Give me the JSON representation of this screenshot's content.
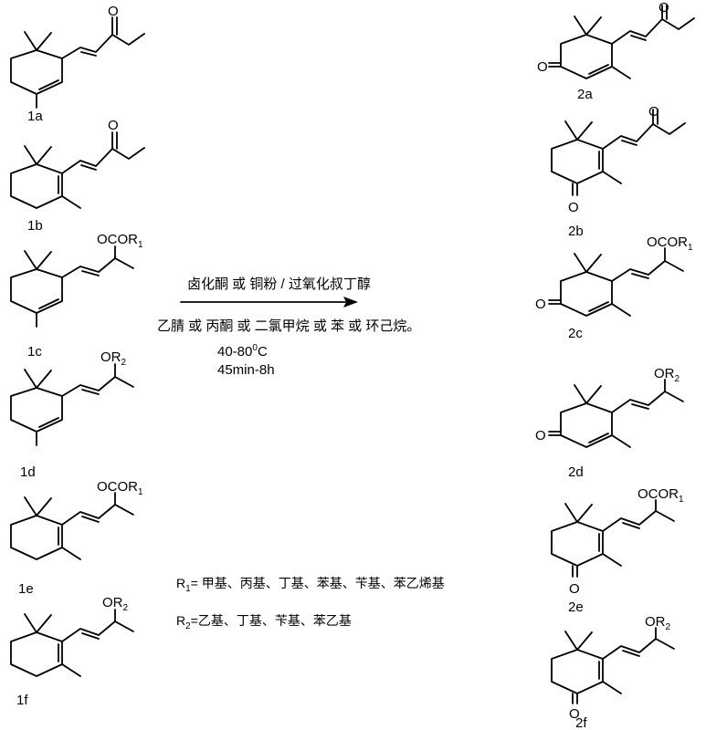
{
  "compounds": {
    "c1a": {
      "id": "1a"
    },
    "c1b": {
      "id": "1b"
    },
    "c1c": {
      "id": "1c",
      "sub_label": "OCOR",
      "sub_index": "1"
    },
    "c1d": {
      "id": "1d",
      "sub_label": "OR",
      "sub_index": "2"
    },
    "c1e": {
      "id": "1e",
      "sub_label": "OCOR",
      "sub_index": "1"
    },
    "c1f": {
      "id": "1f",
      "sub_label": "OR",
      "sub_index": "2"
    },
    "c2a": {
      "id": "2a"
    },
    "c2b": {
      "id": "2b"
    },
    "c2c": {
      "id": "2c",
      "sub_label": "OCOR",
      "sub_index": "1"
    },
    "c2d": {
      "id": "2d",
      "sub_label": "OR",
      "sub_index": "2"
    },
    "c2e": {
      "id": "2e",
      "sub_label": "OCOR",
      "sub_index": "1"
    },
    "c2f": {
      "id": "2f",
      "sub_label": "OR",
      "sub_index": "2"
    }
  },
  "atom_label_O": "O",
  "reaction": {
    "reagents": "卤化酮 或 铜粉 / 过氧化叔丁醇",
    "solvents": "乙腈 或 丙酮 或 二氯甲烷 或 苯 或 环己烷。",
    "temperature_value": "40-80",
    "temperature_degree": "0",
    "temperature_unit": "C",
    "time": "45min-8h"
  },
  "legend": {
    "r1_symbol": "R",
    "r1_index": "1",
    "r1_values": "= 甲基、丙基、丁基、苯基、苄基、苯乙烯基",
    "r2_symbol": "R",
    "r2_index": "2",
    "r2_values": "=乙基、丁基、苄基、苯乙基"
  }
}
